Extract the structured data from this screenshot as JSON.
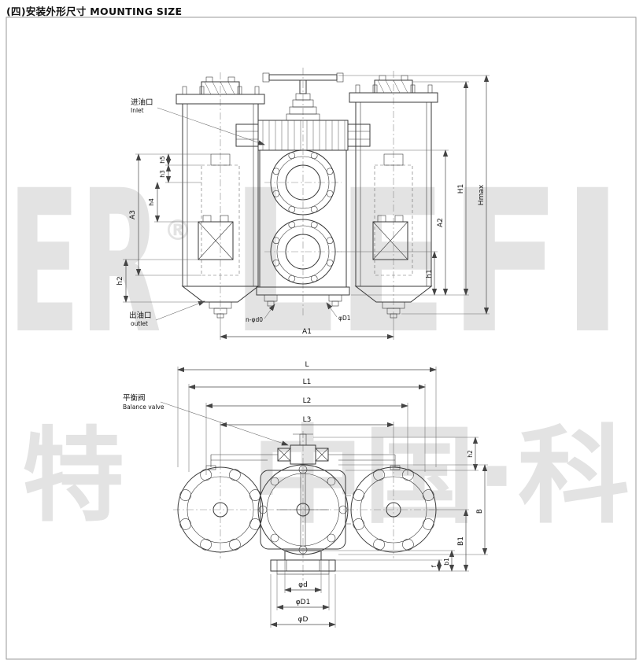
{
  "title": "(四)安装外形尺寸 MOUNTING SIZE",
  "watermark": {
    "row1_left": "ER",
    "reg_mark": "®",
    "row1_right": "LEFI",
    "row2_left": "特",
    "row2_right": "中国·科"
  },
  "front_view": {
    "inlet": {
      "cn": "进油口",
      "en": "Inlet"
    },
    "outlet": {
      "cn": "出油口",
      "en": "outlet"
    },
    "dims": {
      "h5": "h5",
      "h3": "h3",
      "h4": "h4",
      "A3": "A3",
      "h2": "h2",
      "H1": "H1",
      "Hmax": "Hmax",
      "A2": "A2",
      "h1": "h1",
      "A1": "A1",
      "bolt_holes": "n-φd0",
      "flange_dia": "φD1"
    }
  },
  "plan_view": {
    "balance_valve": {
      "cn": "平衡阀",
      "en": "Balance valve"
    },
    "dims": {
      "L": "L",
      "L1": "L1",
      "L2": "L2",
      "L3": "L3",
      "h2": "h2",
      "B": "B",
      "B1": "B1",
      "b1": "b1",
      "f": "f",
      "phi_d": "φd",
      "phi_D1": "φD1",
      "phi_D": "φD"
    }
  }
}
